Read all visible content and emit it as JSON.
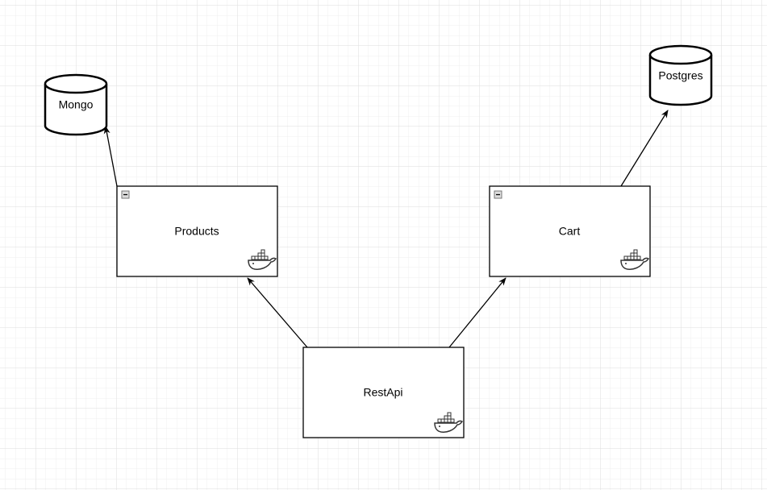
{
  "diagram": {
    "databases": [
      {
        "id": "mongo",
        "label": "Mongo"
      },
      {
        "id": "postgres",
        "label": "Postgres"
      }
    ],
    "containers": [
      {
        "id": "products",
        "label": "Products",
        "icon": "docker-icon"
      },
      {
        "id": "cart",
        "label": "Cart",
        "icon": "docker-icon"
      },
      {
        "id": "restapi",
        "label": "RestApi",
        "icon": "docker-icon"
      }
    ],
    "edges": [
      {
        "from": "products",
        "to": "mongo"
      },
      {
        "from": "cart",
        "to": "postgres"
      },
      {
        "from": "restapi",
        "to": "products"
      },
      {
        "from": "restapi",
        "to": "cart"
      }
    ]
  }
}
